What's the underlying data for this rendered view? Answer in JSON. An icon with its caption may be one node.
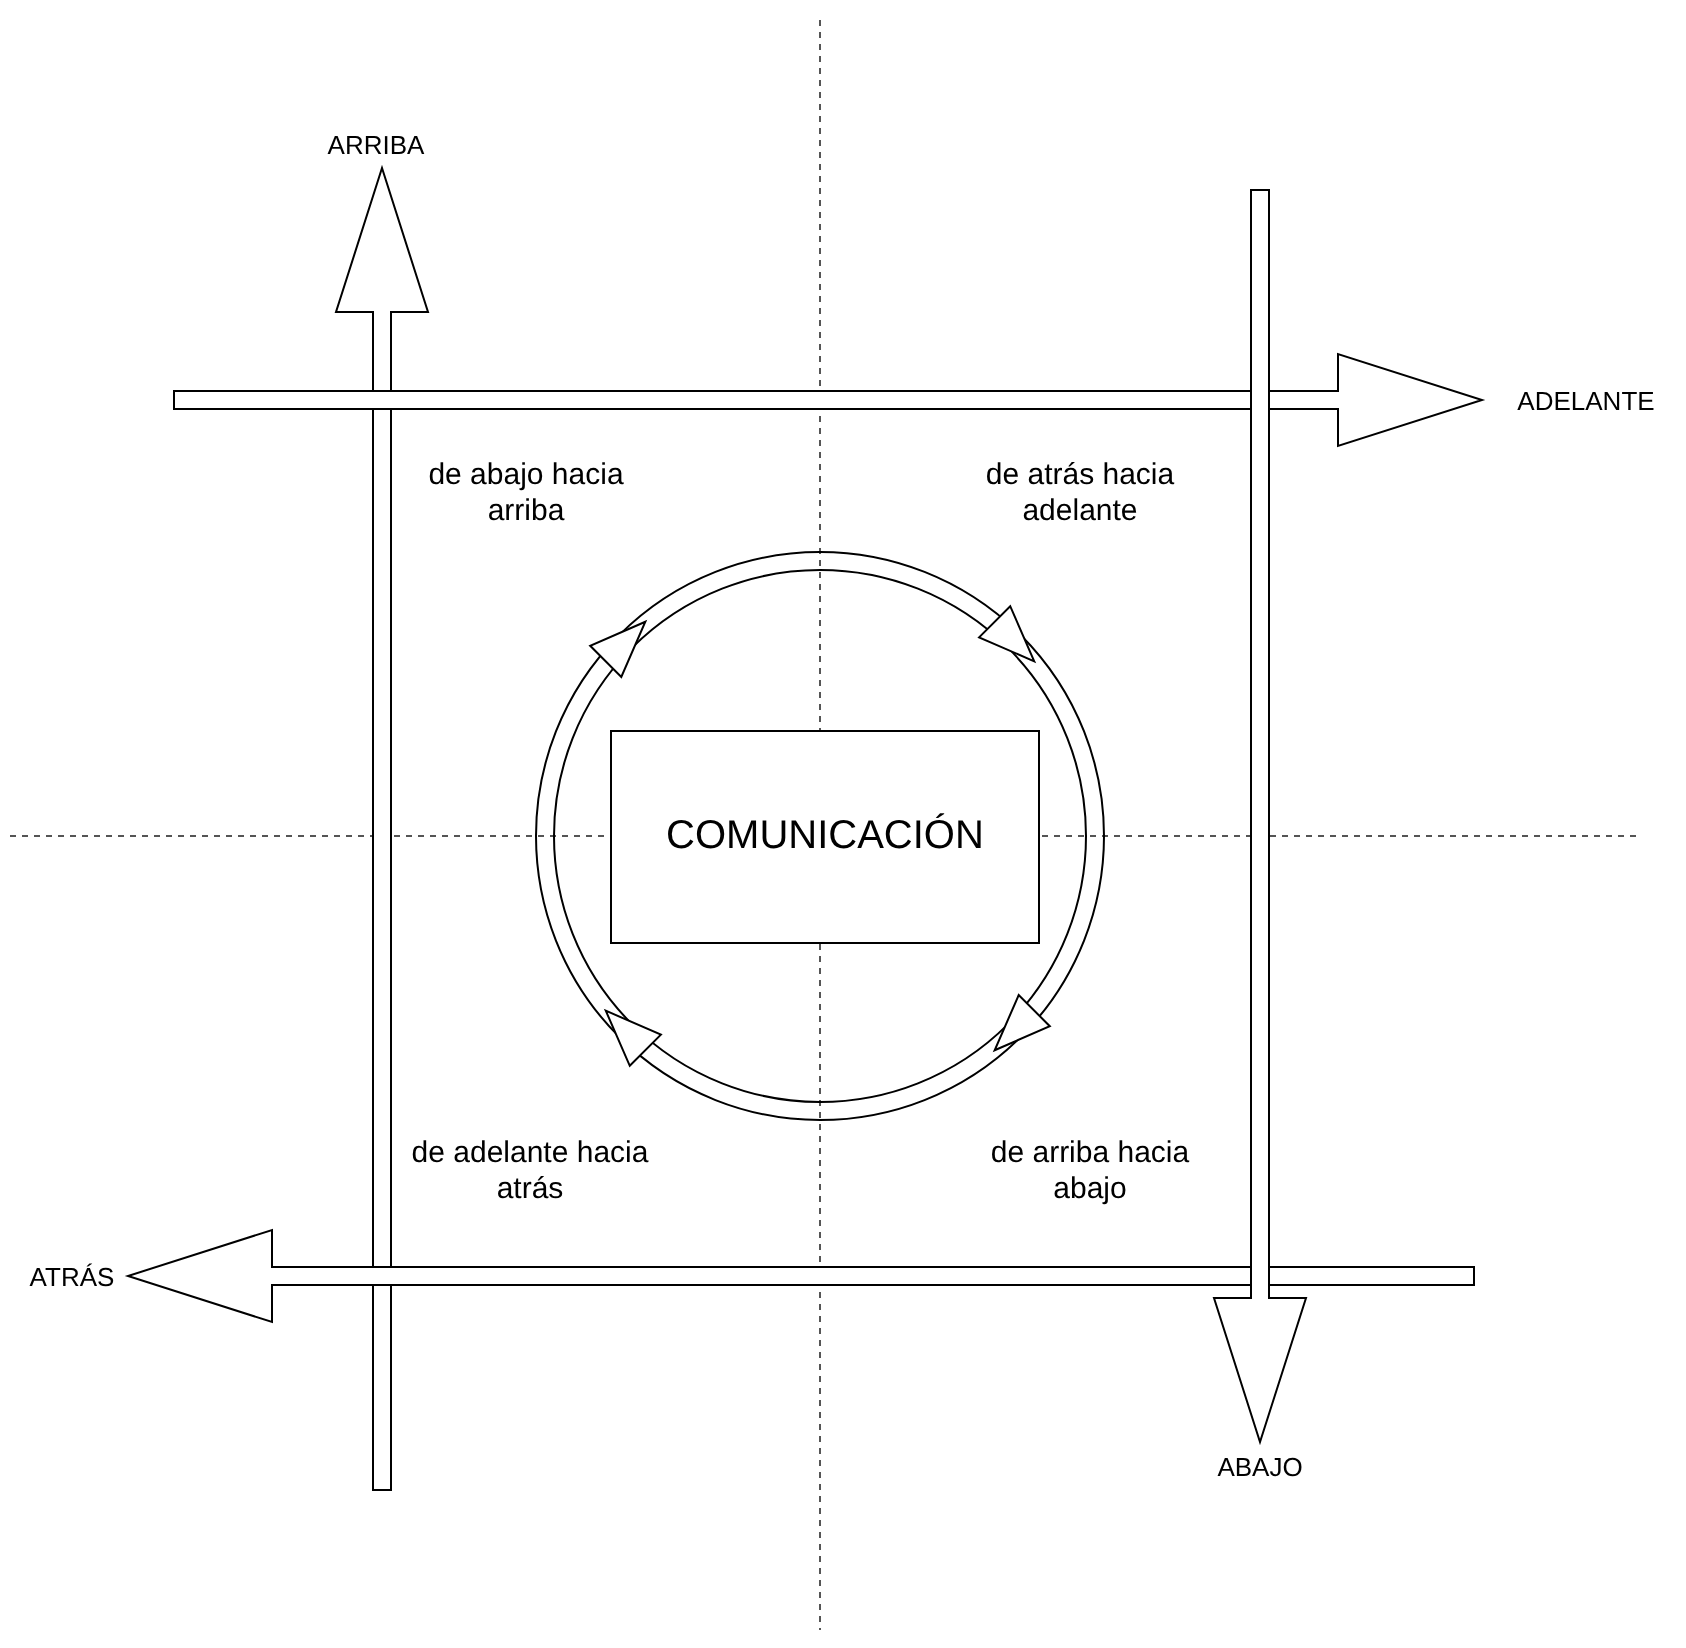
{
  "diagram": {
    "nodes": [
      {
        "text": [
          "COMUNICACIÓN"
        ]
      },
      {
        "text": [
          "ARRIBA"
        ]
      },
      {
        "text": [
          "ADELANTE"
        ]
      },
      {
        "text": [
          "ATRÁS"
        ]
      },
      {
        "text": [
          "ABAJO"
        ]
      }
    ],
    "edges": [
      {
        "from": null,
        "to": 1,
        "arrow": "to"
      },
      {
        "from": null,
        "to": 2,
        "arrow": "to"
      },
      {
        "from": null,
        "to": 3,
        "arrow": "to"
      },
      {
        "from": null,
        "to": 4,
        "arrow": "to"
      }
    ],
    "labels": [
      "de abajo hacia arriba",
      "de atrás hacia adelante",
      "de adelante hacia atrás",
      "de arriba hacia abajo"
    ]
  }
}
